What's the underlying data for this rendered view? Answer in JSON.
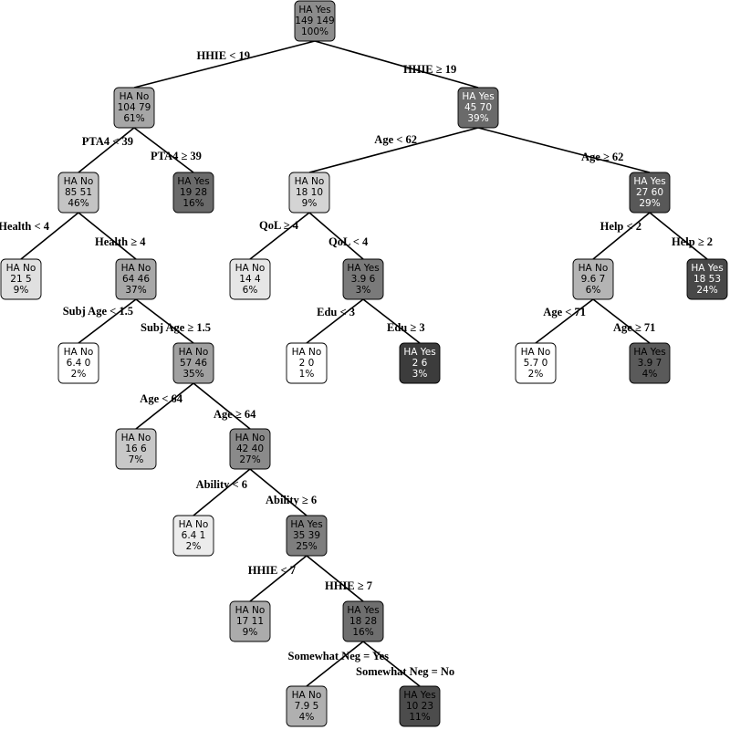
{
  "tree": {
    "nodes": [
      {
        "id": "root",
        "class": "HA Yes",
        "counts": "149  149",
        "percent": "100%",
        "shade": "#8c8c8c",
        "text": "#000000"
      },
      {
        "id": "n-hhie-lt19",
        "class": "HA No",
        "counts": "104  79",
        "percent": "61%",
        "shade": "#a6a6a6",
        "text": "#000000"
      },
      {
        "id": "n-hhie-ge19",
        "class": "HA Yes",
        "counts": "45  70",
        "percent": "39%",
        "shade": "#6a6a6a",
        "text": "#ffffff"
      },
      {
        "id": "n-pta4-lt39",
        "class": "HA No",
        "counts": "85  51",
        "percent": "46%",
        "shade": "#c4c4c4",
        "text": "#000000"
      },
      {
        "id": "n-pta4-ge39",
        "class": "HA Yes",
        "counts": "19  28",
        "percent": "16%",
        "shade": "#6a6a6a",
        "text": "#000000"
      },
      {
        "id": "n-age-lt62",
        "class": "HA No",
        "counts": "18  10",
        "percent": "9%",
        "shade": "#d4d4d4",
        "text": "#000000"
      },
      {
        "id": "n-age-ge62",
        "class": "HA Yes",
        "counts": "27  60",
        "percent": "29%",
        "shade": "#585858",
        "text": "#ffffff"
      },
      {
        "id": "n-health-lt4",
        "class": "HA No",
        "counts": "21  5",
        "percent": "9%",
        "shade": "#e0e0e0",
        "text": "#000000"
      },
      {
        "id": "n-health-ge4",
        "class": "HA No",
        "counts": "64  46",
        "percent": "37%",
        "shade": "#a8a8a8",
        "text": "#000000"
      },
      {
        "id": "n-qol-ge4",
        "class": "HA No",
        "counts": "14  4",
        "percent": "6%",
        "shade": "#e6e6e6",
        "text": "#000000"
      },
      {
        "id": "n-qol-lt4",
        "class": "HA Yes",
        "counts": "3.9  6",
        "percent": "3%",
        "shade": "#7a7a7a",
        "text": "#000000"
      },
      {
        "id": "n-help-lt2",
        "class": "HA No",
        "counts": "9.6  7",
        "percent": "6%",
        "shade": "#b4b4b4",
        "text": "#000000"
      },
      {
        "id": "n-help-ge2",
        "class": "HA Yes",
        "counts": "18  53",
        "percent": "24%",
        "shade": "#484848",
        "text": "#ffffff"
      },
      {
        "id": "n-subjage-lt1.5",
        "class": "HA No",
        "counts": "6.4  0",
        "percent": "2%",
        "shade": "#ffffff",
        "text": "#000000"
      },
      {
        "id": "n-subjage-ge1.5",
        "class": "HA No",
        "counts": "57  46",
        "percent": "35%",
        "shade": "#a0a0a0",
        "text": "#000000"
      },
      {
        "id": "n-edu-lt3",
        "class": "HA No",
        "counts": "2  0",
        "percent": "1%",
        "shade": "#ffffff",
        "text": "#000000"
      },
      {
        "id": "n-edu-ge3",
        "class": "HA Yes",
        "counts": "2  6",
        "percent": "3%",
        "shade": "#3c3c3c",
        "text": "#ffffff"
      },
      {
        "id": "n-age-lt71",
        "class": "HA No",
        "counts": "5.7  0",
        "percent": "2%",
        "shade": "#ffffff",
        "text": "#000000"
      },
      {
        "id": "n-age-ge71",
        "class": "HA Yes",
        "counts": "3.9  7",
        "percent": "4%",
        "shade": "#5a5a5a",
        "text": "#000000"
      },
      {
        "id": "n-age-lt64",
        "class": "HA No",
        "counts": "16  6",
        "percent": "7%",
        "shade": "#c8c8c8",
        "text": "#000000"
      },
      {
        "id": "n-age-ge64",
        "class": "HA No",
        "counts": "42  40",
        "percent": "27%",
        "shade": "#8a8a8a",
        "text": "#000000"
      },
      {
        "id": "n-ability-lt6",
        "class": "HA No",
        "counts": "6.4  1",
        "percent": "2%",
        "shade": "#ececec",
        "text": "#000000"
      },
      {
        "id": "n-ability-ge6",
        "class": "HA Yes",
        "counts": "35  39",
        "percent": "25%",
        "shade": "#7e7e7e",
        "text": "#000000"
      },
      {
        "id": "n-hhie-lt7",
        "class": "HA No",
        "counts": "17  11",
        "percent": "9%",
        "shade": "#ababab",
        "text": "#000000"
      },
      {
        "id": "n-hhie-ge7",
        "class": "HA Yes",
        "counts": "18  28",
        "percent": "16%",
        "shade": "#6e6e6e",
        "text": "#000000"
      },
      {
        "id": "n-neg-yes",
        "class": "HA No",
        "counts": "7.9  5",
        "percent": "4%",
        "shade": "#b0b0b0",
        "text": "#000000"
      },
      {
        "id": "n-neg-no",
        "class": "HA Yes",
        "counts": "10  23",
        "percent": "11%",
        "shade": "#4c4c4c",
        "text": "#000000"
      }
    ],
    "edges": [
      {
        "from": "root",
        "to": "n-hhie-lt19",
        "label": "HHIE < 19"
      },
      {
        "from": "root",
        "to": "n-hhie-ge19",
        "label": "HHIE ≥ 19"
      },
      {
        "from": "n-hhie-lt19",
        "to": "n-pta4-lt39",
        "label": "PTA4 < 39"
      },
      {
        "from": "n-hhie-lt19",
        "to": "n-pta4-ge39",
        "label": "PTA4 ≥ 39"
      },
      {
        "from": "n-hhie-ge19",
        "to": "n-age-lt62",
        "label": "Age < 62"
      },
      {
        "from": "n-hhie-ge19",
        "to": "n-age-ge62",
        "label": "Age ≥ 62"
      },
      {
        "from": "n-pta4-lt39",
        "to": "n-health-lt4",
        "label": "Health < 4"
      },
      {
        "from": "n-pta4-lt39",
        "to": "n-health-ge4",
        "label": "Health ≥ 4"
      },
      {
        "from": "n-age-lt62",
        "to": "n-qol-ge4",
        "label": "QoL ≥ 4"
      },
      {
        "from": "n-age-lt62",
        "to": "n-qol-lt4",
        "label": "QoL < 4"
      },
      {
        "from": "n-age-ge62",
        "to": "n-help-lt2",
        "label": "Help < 2"
      },
      {
        "from": "n-age-ge62",
        "to": "n-help-ge2",
        "label": "Help ≥ 2"
      },
      {
        "from": "n-health-ge4",
        "to": "n-subjage-lt1.5",
        "label": "Subj Age < 1.5"
      },
      {
        "from": "n-health-ge4",
        "to": "n-subjage-ge1.5",
        "label": "Subj Age ≥ 1.5"
      },
      {
        "from": "n-qol-lt4",
        "to": "n-edu-lt3",
        "label": "Edu < 3"
      },
      {
        "from": "n-qol-lt4",
        "to": "n-edu-ge3",
        "label": "Edu ≥ 3"
      },
      {
        "from": "n-help-lt2",
        "to": "n-age-lt71",
        "label": "Age < 71"
      },
      {
        "from": "n-help-lt2",
        "to": "n-age-ge71",
        "label": "Age ≥ 71"
      },
      {
        "from": "n-subjage-ge1.5",
        "to": "n-age-lt64",
        "label": "Age < 64"
      },
      {
        "from": "n-subjage-ge1.5",
        "to": "n-age-ge64",
        "label": "Age ≥ 64"
      },
      {
        "from": "n-age-ge64",
        "to": "n-ability-lt6",
        "label": "Ability < 6"
      },
      {
        "from": "n-age-ge64",
        "to": "n-ability-ge6",
        "label": "Ability ≥ 6"
      },
      {
        "from": "n-ability-ge6",
        "to": "n-hhie-lt7",
        "label": "HHIE < 7"
      },
      {
        "from": "n-ability-ge6",
        "to": "n-hhie-ge7",
        "label": "HHIE ≥ 7"
      },
      {
        "from": "n-hhie-ge7",
        "to": "n-neg-yes",
        "label": "Somewhat Neg = Yes"
      },
      {
        "from": "n-hhie-ge7",
        "to": "n-neg-no",
        "label": "Somewhat Neg = No"
      }
    ]
  }
}
